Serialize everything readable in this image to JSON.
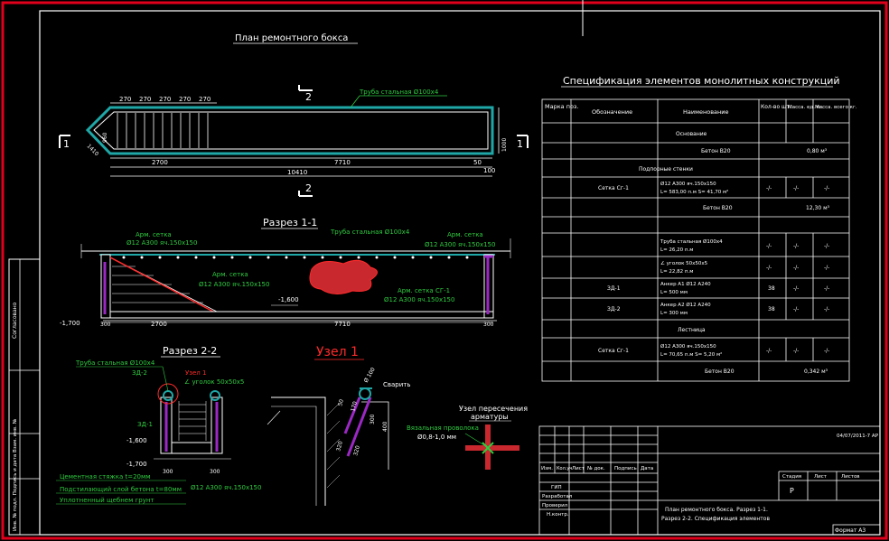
{
  "plan": {
    "title": "План ремонтного бокса",
    "pipe_label": "Труба стальная Ø100х4",
    "section_mark_1": "1",
    "section_mark_2": "2",
    "top_dims": [
      "270",
      "270",
      "270",
      "270",
      "270"
    ],
    "dim_2700": "2700",
    "dim_7710": "7710",
    "dim_50": "50",
    "dim_10410": "10410",
    "dim_100": "100",
    "dim_1000": "1000",
    "dim_960": "960",
    "dim_1410": "1410"
  },
  "section11": {
    "title": "Разрез 1-1",
    "pipe_label": "Труба стальная Ø100х4",
    "mesh_left_1": "Арм. сетка",
    "mesh_left_2": "Ø12 А300 яч.150х150",
    "mesh_right_1": "Арм. сетка",
    "mesh_right_2": "Ø12 А300 яч.150х150",
    "mesh_mid_1": "Арм. сетка",
    "mesh_mid_2": "Ø12 А300 яч.150х150",
    "mesh_floor_1": "Арм. сетка СГ-1",
    "mesh_floor_2": "Ø12 А300 яч.150х150",
    "level_1": "-1,600",
    "level_2": "-1,700",
    "dim_300a": "300",
    "dim_2700": "2700",
    "dim_7710": "7710",
    "dim_300b": "300"
  },
  "section22": {
    "title": "Разрез 2-2",
    "pipe_label": "Труба стальная Ø100х4",
    "zd2": "ЗД-2",
    "node1": "Узел 1",
    "angle": "∠ уголок 50х50х5",
    "zd1": "ЗД-1",
    "level_1": "-1,600",
    "level_2": "-1,700",
    "dim_300a": "300",
    "dim_300b": "300",
    "mesh": "Ø12 А300 яч.150х150",
    "layer_1": "Цементная стяжка t=20мм",
    "layer_2": "Подстилающий слой бетона t=80мм",
    "layer_3": "Уплотненный щебнем грунт"
  },
  "node1": {
    "title": "Узел 1",
    "weld": "Сварить",
    "d1": "Ø 100",
    "d2": "170",
    "d3": "50",
    "d4": "300",
    "d5": "400",
    "d6": "320",
    "d7": "320"
  },
  "rebar_node": {
    "title_1": "Узел пересечения",
    "title_2": "арматуры",
    "wire_1": "Вязальная проволока",
    "wire_2": "Ø0,8-1,0 мм"
  },
  "spec": {
    "title": "Спецификация элементов монолитных конструкций",
    "headers": [
      "Марка поз.",
      "Обозначение",
      "Наименование",
      "Кол-во шт.",
      "Масса. ед. кг.",
      "Масса. всего кг."
    ],
    "sec_base": "Основание",
    "base_concrete": "Бетон B20",
    "base_vol": "0,80 м³",
    "sec_walls": "Подпорные стенки",
    "walls_mesh_name": "Сетка Сг-1",
    "walls_mesh_desc_1": "Ø12 А300 яч.150х150",
    "walls_mesh_desc_2": "L= 583,00 п.м      S= 41,70 м²",
    "walls_concrete": "Бетон B20",
    "walls_vol": "12,30 м³",
    "pipe_desc_1": "Труба стальная Ø100х4",
    "pipe_desc_2": "L= 26,20 п.м",
    "angle_desc_1": "∠ уголок 50х50х5",
    "angle_desc_2": "L= 22,82 п.м",
    "zd1": "ЗД-1",
    "zd1_desc_1": "Анкер А1 Ø12 А240",
    "zd1_desc_2": "L= 500 мм",
    "zd1_qty": "38",
    "zd2": "ЗД-2",
    "zd2_desc_1": "Анкер А2 Ø12 А240",
    "zd2_desc_2": "L= 300 мм",
    "zd2_qty": "38",
    "sec_stairs": "Лестница",
    "stairs_mesh_name": "Сетка Сг-1",
    "stairs_desc_1": "Ø12 А300 яч.150х150",
    "stairs_desc_2": "L= 70,65 п.м      S= 5,20 м²",
    "stairs_concrete": "Бетон B20",
    "stairs_vol": "0,342 м³",
    "dash": "-/-"
  },
  "stamp": {
    "code": "04/07/2011-7 АР",
    "col_izm": "Изм.",
    "col_koluch": "Кол.уч",
    "col_list": "Лист",
    "col_ndok": "№ док.",
    "col_podp": "Подпись",
    "col_data": "Дата",
    "gip": "ГИП",
    "razrab": "Разработал",
    "prover": "Проверил",
    "nkontr": "Н.контр.",
    "stadia": "Стадия",
    "list": "Лист",
    "listov": "Листов",
    "stadia_val": "Р",
    "desc_1": "План ремонтного бокса. Разрез 1-1.",
    "desc_2": "Разрез 2-2. Спецификация элементов",
    "format": "Формат А3"
  },
  "side": {
    "soglas": "Согласовано",
    "inv": "Инв. № подл.  Подпись и дата  Взам. инв. №"
  },
  "colors": {
    "frame": "#e0001b",
    "pipe": "#1fa7a7",
    "rebar": "#9b28c4",
    "red": "#ff2a2a",
    "green": "#2ecc40"
  }
}
